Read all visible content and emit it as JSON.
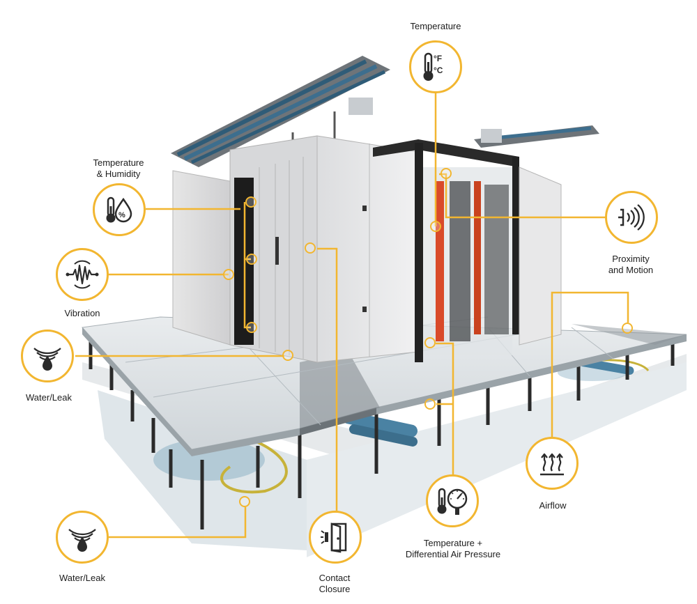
{
  "labels": {
    "temperature": "Temperature",
    "temp_humidity_line1": "Temperature",
    "temp_humidity_line2": "& Humidity",
    "vibration": "Vibration",
    "water_leak_upper": "Water/Leak",
    "water_leak_lower": "Water/Leak",
    "proximity_line1": "Proximity",
    "proximity_line2": "and Motion",
    "airflow": "Airflow",
    "temp_pressure_line1": "Temperature +",
    "temp_pressure_line2": "Differential Air Pressure",
    "contact_line1": "Contact",
    "contact_line2": "Closure"
  },
  "icons": {
    "temperature": "thermometer-fahrenheit-celsius-icon",
    "temp_humidity": "thermometer-humidity-drop-icon",
    "vibration": "vibration-waves-icon",
    "water_leak": "water-leak-drop-icon",
    "proximity": "proximity-motion-waves-icon",
    "airflow": "airflow-arrows-icon",
    "temp_pressure": "thermometer-pressure-gauge-icon",
    "contact": "door-contact-closure-icon"
  },
  "icon_text": {
    "fahrenheit": "°F",
    "celsius": "°C",
    "percent": "%"
  },
  "colors": {
    "accent": "#f2b630",
    "label_text": "#1d1d1d",
    "icon_stroke": "#2b2b2b"
  }
}
